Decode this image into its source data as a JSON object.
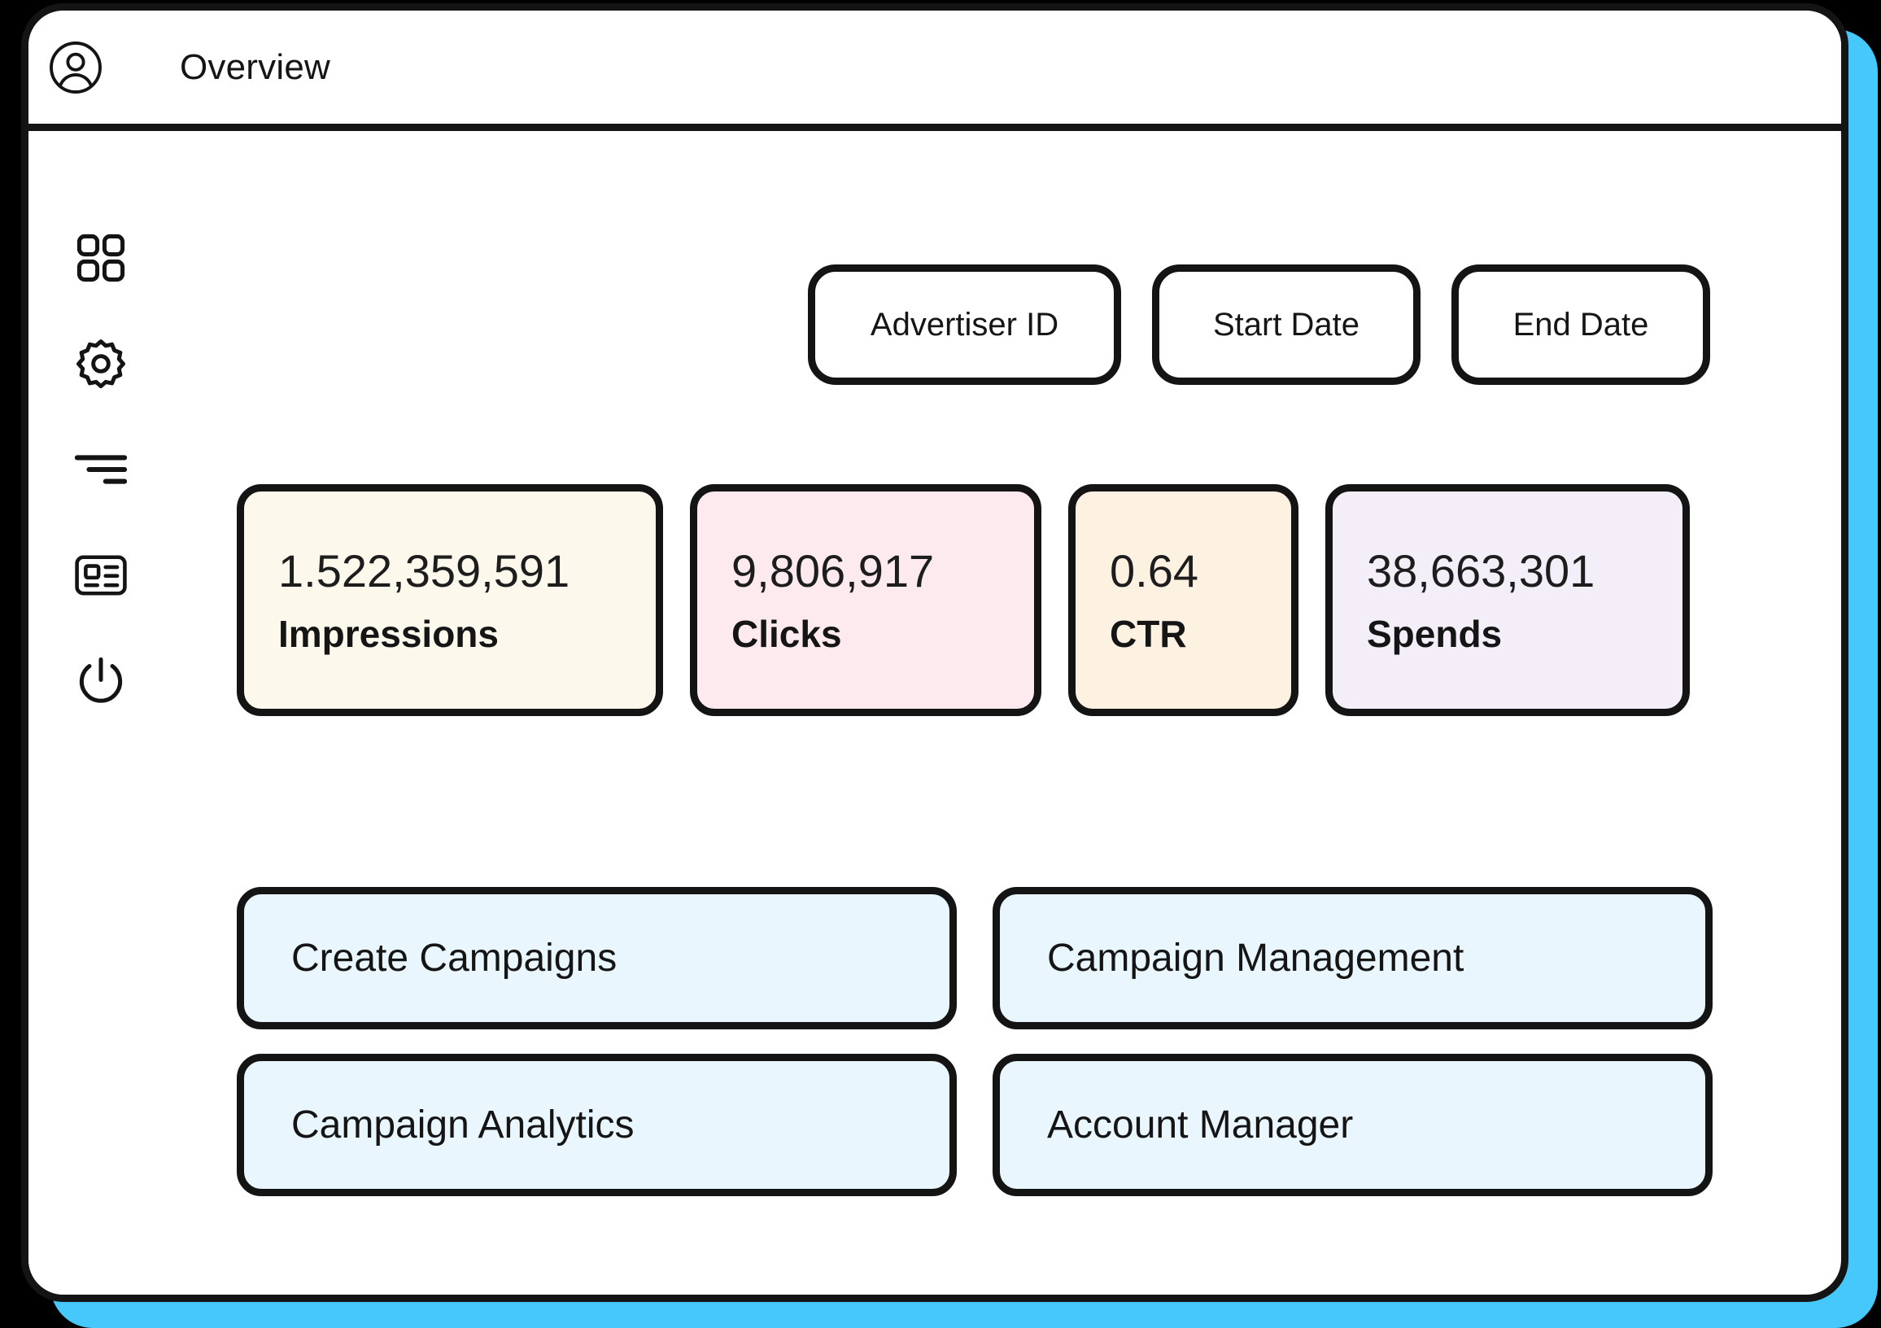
{
  "theme": {
    "accent_shadow": "#46C8FB",
    "outline": "#141414",
    "page_background": "#000000",
    "window_background": "#FFFFFF"
  },
  "header": {
    "title": "Overview",
    "avatar_icon": "user-circle-icon"
  },
  "sidebar": {
    "items": [
      {
        "icon": "grid-icon",
        "name": "dashboard"
      },
      {
        "icon": "gear-icon",
        "name": "settings"
      },
      {
        "icon": "filter-lines-icon",
        "name": "filters"
      },
      {
        "icon": "id-card-icon",
        "name": "accounts"
      },
      {
        "icon": "power-icon",
        "name": "logout"
      }
    ]
  },
  "filters": [
    {
      "label": "Advertiser ID",
      "name": "advertiser-id"
    },
    {
      "label": "Start Date",
      "name": "start-date"
    },
    {
      "label": "End Date",
      "name": "end-date"
    }
  ],
  "kpis": [
    {
      "value": "1.522,359,591",
      "label": "Impressions",
      "color": "#FDF8EC"
    },
    {
      "value": "9,806,917",
      "label": "Clicks",
      "color": "#FDEAEF"
    },
    {
      "value": "0.64",
      "label": "CTR",
      "color": "#FDF2E2"
    },
    {
      "value": "38,663,301",
      "label": "Spends",
      "color": "#F3EEF7"
    }
  ],
  "actions": [
    {
      "label": "Create Campaigns",
      "color": "#E9F6FD"
    },
    {
      "label": "Campaign Management",
      "color": "#E9F6FD"
    },
    {
      "label": "Campaign Analytics",
      "color": "#E9F6FD"
    },
    {
      "label": "Account Manager",
      "color": "#E9F6FD"
    }
  ]
}
